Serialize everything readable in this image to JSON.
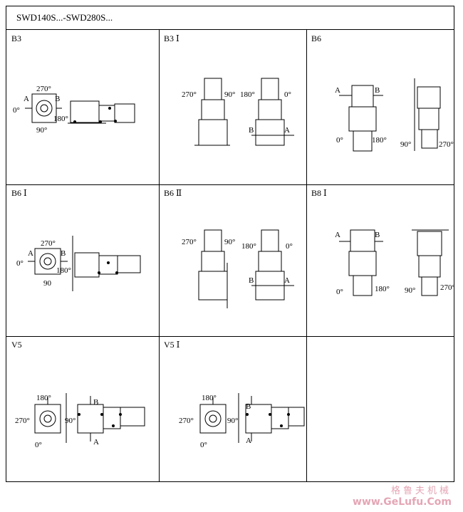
{
  "header": {
    "title": "SWD140S...-SWD280S..."
  },
  "cells": [
    {
      "id": "b3",
      "label": "B3",
      "angles": [
        "270°",
        "0°",
        "180°",
        "90°"
      ],
      "sides": [
        "A",
        "B"
      ]
    },
    {
      "id": "b3-1",
      "label": "B3 Ⅰ",
      "angles": [
        "270°",
        "90°",
        "180°",
        "0°"
      ],
      "sides": [
        "B",
        "A"
      ]
    },
    {
      "id": "b6",
      "label": "B6",
      "angles": [
        "0°",
        "180°",
        "90°",
        "270°"
      ],
      "sides": [
        "A",
        "B"
      ]
    },
    {
      "id": "b6-1",
      "label": "B6 Ⅰ",
      "angles": [
        "270°",
        "0°",
        "180°",
        "90"
      ],
      "sides": [
        "A",
        "B"
      ]
    },
    {
      "id": "b6-2",
      "label": "B6 Ⅱ",
      "angles": [
        "270°",
        "90°",
        "180°",
        "0°"
      ],
      "sides": [
        "B",
        "A"
      ]
    },
    {
      "id": "b8-1",
      "label": "B8 Ⅰ",
      "angles": [
        "0°",
        "180°",
        "90°",
        "270°"
      ],
      "sides": [
        "A",
        "B"
      ]
    },
    {
      "id": "v5",
      "label": "V5",
      "angles": [
        "180°",
        "270°",
        "90°",
        "0°"
      ],
      "sides": [
        "B",
        "A"
      ]
    },
    {
      "id": "v5-1",
      "label": "V5 Ⅰ",
      "angles": [
        "180°",
        "270°",
        "90°",
        "0°"
      ],
      "sides": [
        "B",
        "A"
      ]
    },
    {
      "id": "empty",
      "label": ""
    }
  ],
  "watermark": {
    "chinese": "格鲁夫机械",
    "url": "www.GeLufu.Com"
  }
}
